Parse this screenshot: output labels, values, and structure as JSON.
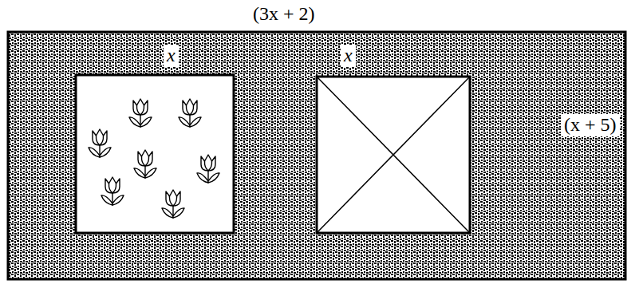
{
  "diagram": {
    "labels": [
      "(3x + 2)",
      "x",
      "x",
      "(x + 5)"
    ]
  }
}
